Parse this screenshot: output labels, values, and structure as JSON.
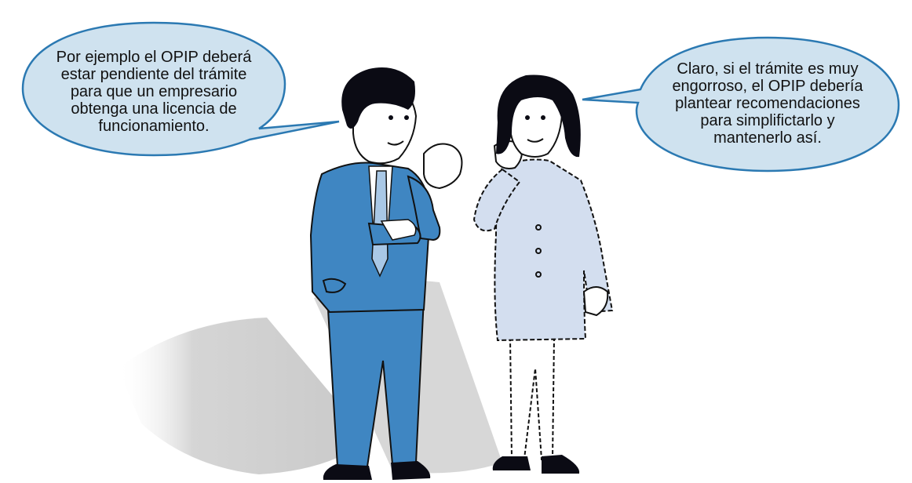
{
  "speech": {
    "man": "Por ejemplo el OPIP deberá\nestar pendiente del trámite\npara que un empresario\nobtenga una licencia de\nfuncionamiento.",
    "woman": "Claro, si el trámite es muy\nengorroso, el OPIP debería\nplantear recomendaciones\npara simplifictarlo y\nmantenerlo así."
  },
  "colors": {
    "bubble_fill": "#cfe2ef",
    "bubble_stroke": "#2b79b2",
    "man_suit": "#3f86c2",
    "man_tie": "#a9c8e6",
    "woman_suit": "#d3deef",
    "hair": "#0b0b14",
    "shadow": "#d9d9d9"
  },
  "icons": {
    "man": "businessman-figure",
    "woman": "businesswoman-figure"
  }
}
